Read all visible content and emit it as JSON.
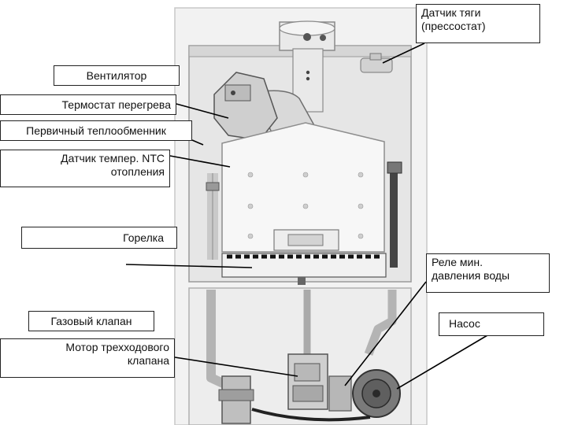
{
  "labels": {
    "draft_sensor": {
      "line1": "Датчик тяги",
      "line2": "(прессостат)"
    },
    "fan": "Вентилятор",
    "overheat_thermostat": "Термостат перегрева",
    "primary_heat_exchanger": "Первичный теплообменник",
    "ntc_sensor": {
      "line1": "Датчик темпер. NTC",
      "line2": "отопления"
    },
    "burner": "Горелка",
    "water_pressure_relay": {
      "line1": "Реле мин.",
      "line2": "давления воды"
    },
    "gas_valve": "Газовый клапан",
    "pump": "Насос",
    "three_way_motor": {
      "line1": "Мотор трехходового",
      "line2": "клапана"
    }
  },
  "colors": {
    "casing": "#f2f2f2",
    "interior": "#e4e4e4",
    "heat_exchanger": "#f7f7f7",
    "metal": "#bdbdbd",
    "dark": "#555555",
    "leader": "#000000"
  }
}
